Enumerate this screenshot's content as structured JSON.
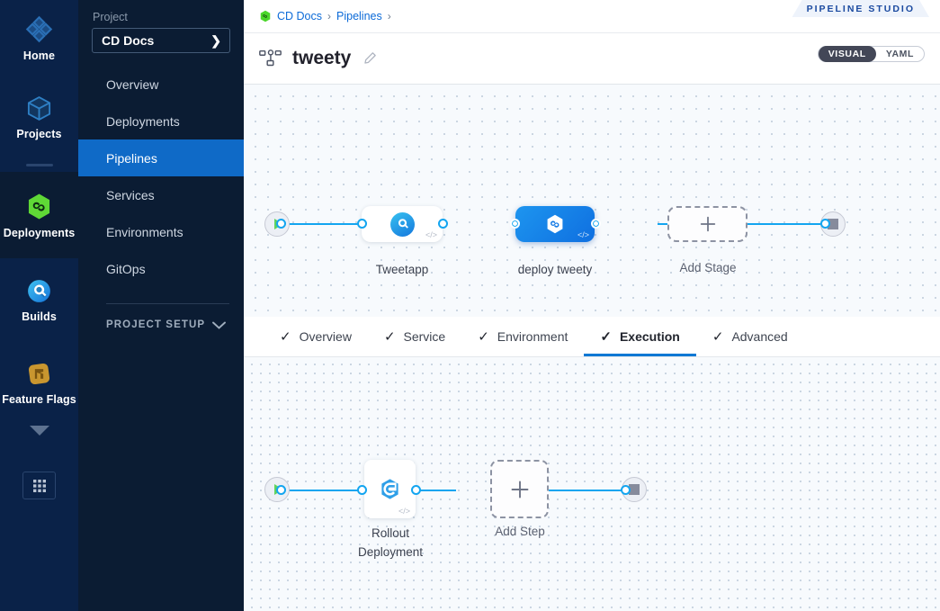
{
  "rail": {
    "items": [
      {
        "label": "Home",
        "icon": "home-diamond-icon"
      },
      {
        "label": "Projects",
        "icon": "cube-icon"
      },
      {
        "label": "Deployments",
        "icon": "harness-cd-hexagon-icon"
      },
      {
        "label": "Builds",
        "icon": "builds-circle-icon"
      },
      {
        "label": "Feature Flags",
        "icon": "feature-flags-icon"
      }
    ],
    "expand_icon": "caret-down-icon",
    "grid_icon": "grid-apps-icon"
  },
  "sidebar": {
    "section_label": "Project",
    "project_name": "CD Docs",
    "project_chevron": "❯",
    "items": [
      {
        "label": "Overview",
        "active": false
      },
      {
        "label": "Deployments",
        "active": false
      },
      {
        "label": "Pipelines",
        "active": true
      },
      {
        "label": "Services",
        "active": false
      },
      {
        "label": "Environments",
        "active": false
      },
      {
        "label": "GitOps",
        "active": false
      }
    ],
    "setup_label": "PROJECT SETUP",
    "setup_chevron": "chevron-down-icon"
  },
  "header": {
    "breadcrumbs": [
      {
        "label": "CD Docs",
        "sep": "›"
      },
      {
        "label": "Pipelines",
        "sep": "›"
      }
    ],
    "studio_tab": "PIPELINE STUDIO",
    "pipeline_icon": "pipeline-hierarchy-icon",
    "pipeline_title": "tweety",
    "edit_icon": "pencil-edit-icon",
    "view_toggle": {
      "options": [
        {
          "label": "VISUAL",
          "selected": true
        },
        {
          "label": "YAML",
          "selected": false
        }
      ]
    }
  },
  "stage_canvas": {
    "start_icon": "play-icon",
    "end_icon": "stop-icon",
    "stages": [
      {
        "name": "Tweetapp",
        "icon": "ci-build-icon",
        "selected": false,
        "code_badge": "</>"
      },
      {
        "name": "deploy tweety",
        "icon": "harness-cd-hexagon-icon",
        "selected": true,
        "code_badge": "</>"
      }
    ],
    "add_stage_label": "Add Stage",
    "add_icon": "plus-icon"
  },
  "stage_tabs": [
    {
      "label": "Overview",
      "checked": true,
      "active": false
    },
    {
      "label": "Service",
      "checked": true,
      "active": false
    },
    {
      "label": "Environment",
      "checked": true,
      "active": false
    },
    {
      "label": "Execution",
      "checked": true,
      "active": true
    },
    {
      "label": "Advanced",
      "checked": true,
      "active": false
    }
  ],
  "step_canvas": {
    "start_icon": "play-icon",
    "end_icon": "stop-icon",
    "steps": [
      {
        "name_line1": "Rollout",
        "name_line2": "Deployment",
        "icon": "rolling-deployment-icon",
        "code_badge": "</>"
      }
    ],
    "add_step_label": "Add Step",
    "add_icon": "plus-icon"
  },
  "colors": {
    "accent_blue": "#0f6ac7",
    "edge_blue": "#13a5f0",
    "rail_bg": "#0a2248",
    "nav_bg": "#0b1c33",
    "canvas_bg": "#f7fafd",
    "deployments_green": "#5fd836",
    "feature_flags_orange": "#c9962f",
    "tab_underline": "#0b78d4"
  }
}
